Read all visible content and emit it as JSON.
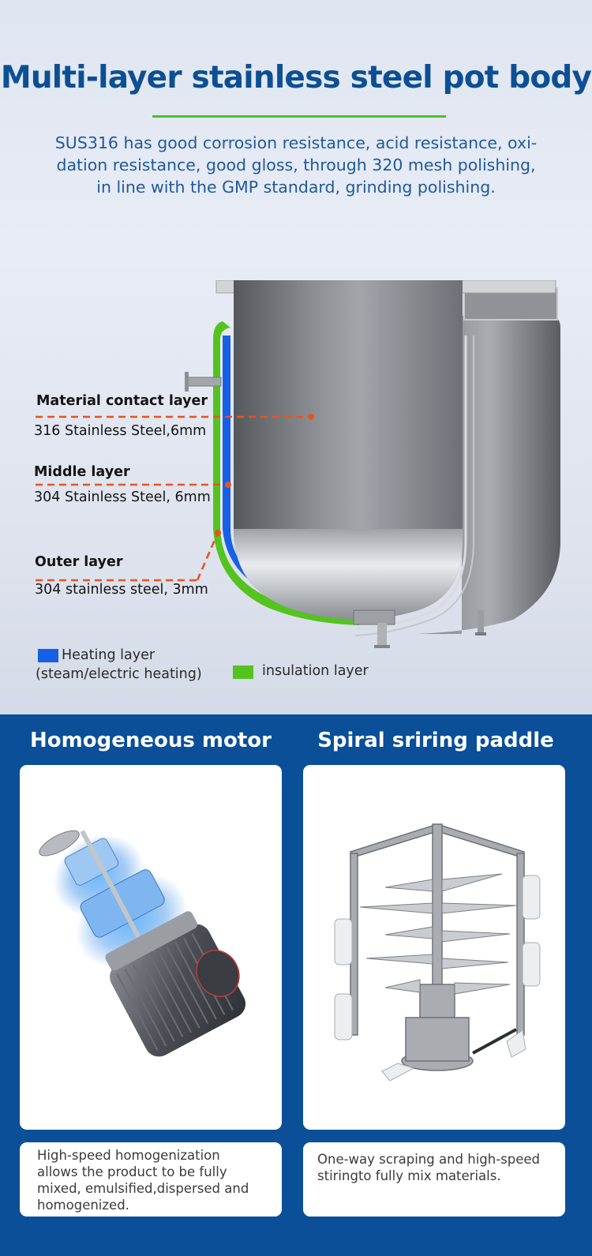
{
  "header": {
    "title": "Multi-layer stainless steel pot body",
    "intro_line1": "SUS316 has good corrosion resistance, acid resistance, oxi-",
    "intro_line2": "dation resistance, good gloss, through 320 mesh polishing,",
    "intro_line3": "in line with the GMP standard, grinding polishing."
  },
  "layers": [
    {
      "title": "Material contact layer",
      "value": "316 Stainless Steel,6mm"
    },
    {
      "title": "Middle layer",
      "value": "304 Stainless Steel, 6mm"
    },
    {
      "title": "Outer layer",
      "value": "304 stainless steel, 3mm"
    }
  ],
  "legend": {
    "heating_line1": "Heating layer",
    "heating_line2": "(steam/electric heating)",
    "insulation": "insulation layer"
  },
  "colors": {
    "heading_blue": "#0c4f94",
    "accent_green": "#4cbf2a",
    "heating_blue": "#1760e6",
    "leader_orange": "#e8541e",
    "panel_blue": "#0a4f98"
  },
  "features": [
    {
      "heading": "Homogeneous motor",
      "desc_line1": "High-speed homogenization",
      "desc_line2": "allows the product to be fully",
      "desc_line3": "mixed, emulsified,dispersed and",
      "desc_line4": "homogenized."
    },
    {
      "heading": "Spiral sriring paddle",
      "desc_line1": "One-way scraping and high-speed",
      "desc_line2": "stiringto fully mix materials."
    }
  ]
}
